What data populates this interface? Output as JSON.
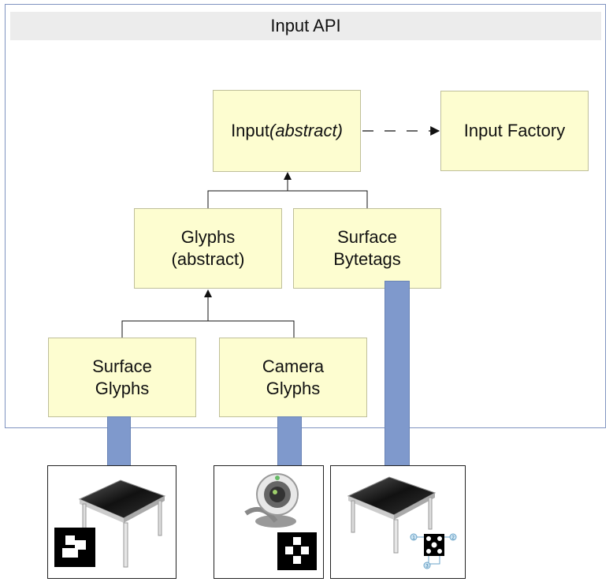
{
  "diagram": {
    "title": "Input API",
    "nodes": {
      "input": {
        "label": "Input ",
        "qualifier": "(abstract)"
      },
      "input_factory": {
        "label": "Input Factory"
      },
      "glyphs": {
        "label": "Glyphs\n(abstract)"
      },
      "surface_bytetags": {
        "label": "Surface\nBytetags"
      },
      "surface_glyphs": {
        "label": "Surface\nGlyphs"
      },
      "camera_glyphs": {
        "label": "Camera\nGlyphs"
      }
    },
    "byte_tag_labels": [
      "1",
      "2",
      "3"
    ]
  },
  "colors": {
    "box_fill": "#fdfdd0",
    "connector": "#7f99cc",
    "frame_border": "#7f93c0",
    "title_bar": "#ececec"
  }
}
